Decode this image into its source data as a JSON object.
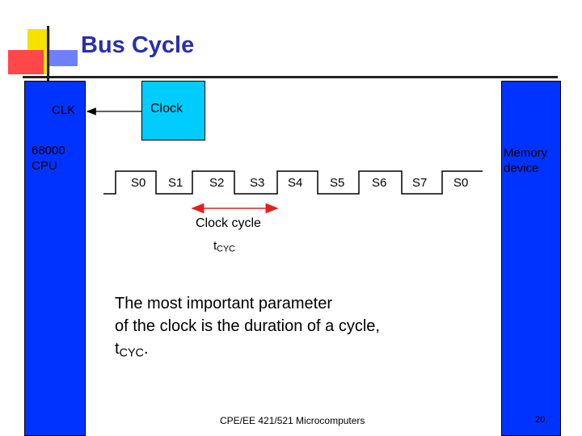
{
  "title": "Bus Cycle",
  "diagram": {
    "clock_label": "Clock",
    "clk_label": "CLK",
    "cpu_label_line1": "68000",
    "cpu_label_line2": "CPU",
    "memory_label_line1": "Memory",
    "memory_label_line2": "device",
    "states": [
      "S0",
      "S1",
      "S2",
      "S3",
      "S4",
      "S5",
      "S6",
      "S7",
      "S0"
    ],
    "clock_cycle_label": "Clock cycle",
    "tcyc_main": "t",
    "tcyc_sub": "CYC"
  },
  "body": {
    "line1": "The most important parameter",
    "line2": "of the clock is the duration of a cycle,",
    "line3_main": "t",
    "line3_sub": "CYC",
    "line3_end": "."
  },
  "footer": {
    "text": "CPE/EE 421/521 Microcomputers",
    "page": "20"
  },
  "colors": {
    "title": "#2a2faa",
    "block_blue": "#0033ff",
    "clock_cyan": "#00ccff",
    "arrow_red": "#e02020",
    "deco_yellow": "#f5e200",
    "deco_red": "#ff4848",
    "deco_blue": "#6e7ffc"
  }
}
